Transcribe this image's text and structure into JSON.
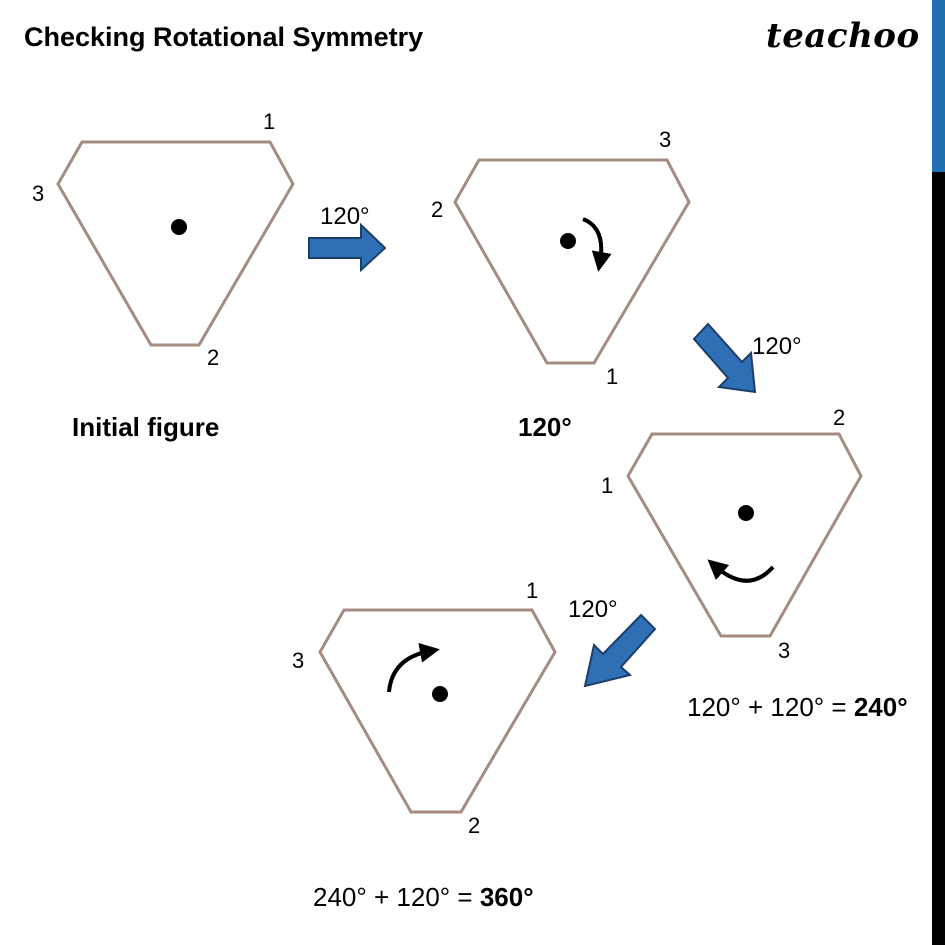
{
  "header": {
    "title": "Checking Rotational Symmetry",
    "brand": "teachoo"
  },
  "figures": [
    {
      "caption": "Initial figure",
      "vertex_labels": {
        "top_right": "1",
        "left": "3",
        "bottom": "2"
      },
      "rotation_marker": "none"
    },
    {
      "caption": "120°",
      "vertex_labels": {
        "top_right": "3",
        "left": "2",
        "bottom": "1"
      },
      "rotation_marker": "clockwise-arrow-icon"
    },
    {
      "caption_prefix": "120° + 120° = ",
      "caption_result": "240°",
      "vertex_labels": {
        "top_right": "2",
        "left": "1",
        "bottom": "3"
      },
      "rotation_marker": "clockwise-arrow-icon"
    },
    {
      "caption_prefix": "240° + 120° = ",
      "caption_result": "360°",
      "vertex_labels": {
        "top_right": "1",
        "left": "3",
        "bottom": "2"
      },
      "rotation_marker": "clockwise-arrow-icon"
    }
  ],
  "step_arrows": [
    {
      "label": "120°",
      "direction": "right"
    },
    {
      "label": "120°",
      "direction": "down-right"
    },
    {
      "label": "120°",
      "direction": "down-left"
    }
  ],
  "colors": {
    "shape_outline": "#a58b82",
    "arrow_fill": "#2f6fb6",
    "arrow_outline": "#1c3f6a",
    "sidebar_accent": "#1f6fb5"
  }
}
